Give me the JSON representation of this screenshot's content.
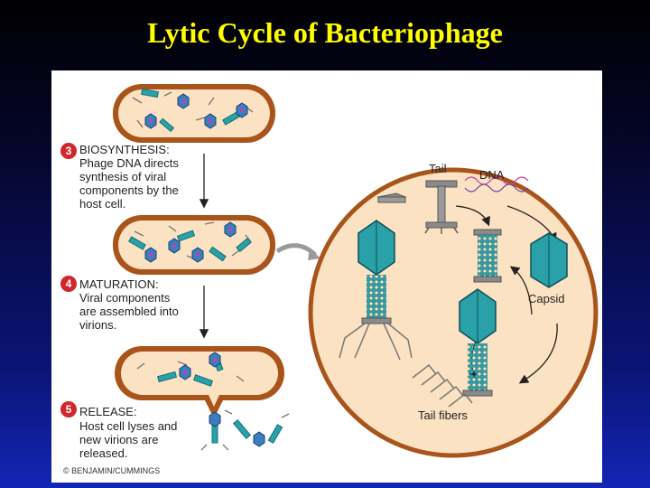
{
  "title": "Lytic Cycle of Bacteriophage",
  "steps": [
    {
      "number": "3",
      "heading": "BIOSYNTHESIS:",
      "body": "Phage DNA directs\nsynthesis of viral\ncomponents by the\nhost cell."
    },
    {
      "number": "4",
      "heading": "MATURATION:",
      "body": "Viral components\nare assembled into\nvirions."
    },
    {
      "number": "5",
      "heading": "RELEASE:",
      "body": "Host cell lyses and\nnew virions are\nreleased."
    }
  ],
  "labels": {
    "tail": "Tail",
    "dna": "DNA",
    "capsid": "Capsid",
    "tail_fibers": "Tail fibers"
  },
  "copyright": "© BENJAMIN/CUMMINGS",
  "colors": {
    "background_top": "#000000",
    "background_bottom": "#1325b5",
    "title": "#ffff00",
    "cell_fill": "#fbe2c2",
    "cell_outline": "#a8541b",
    "phage_teal": "#2aa0a8",
    "step_badge": "#d3262e"
  }
}
